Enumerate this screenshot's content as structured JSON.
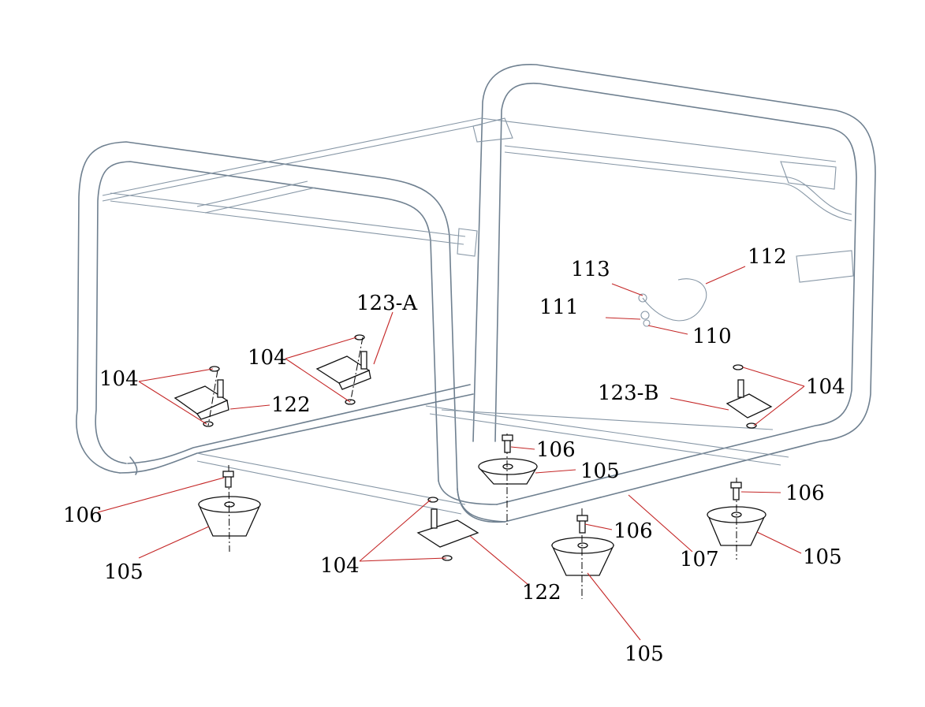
{
  "labels": {
    "l104_left": "104",
    "l104_midleft": "104",
    "l104_right": "104",
    "l104_bottom": "104",
    "l105_left": "105",
    "l105_midrear": "105",
    "l105_front": "105",
    "l105_right": "105",
    "l106_left": "106",
    "l106_midrear": "106",
    "l106_front": "106",
    "l106_right": "106",
    "l107": "107",
    "l110": "110",
    "l111": "111",
    "l112": "112",
    "l113": "113",
    "l122_left": "122",
    "l122_bottom": "122",
    "l123A": "123-A",
    "l123B": "123-B"
  },
  "colors": {
    "frame": "#6f8090",
    "leader": "#c42626",
    "part": "#111111",
    "background": "#ffffff"
  }
}
